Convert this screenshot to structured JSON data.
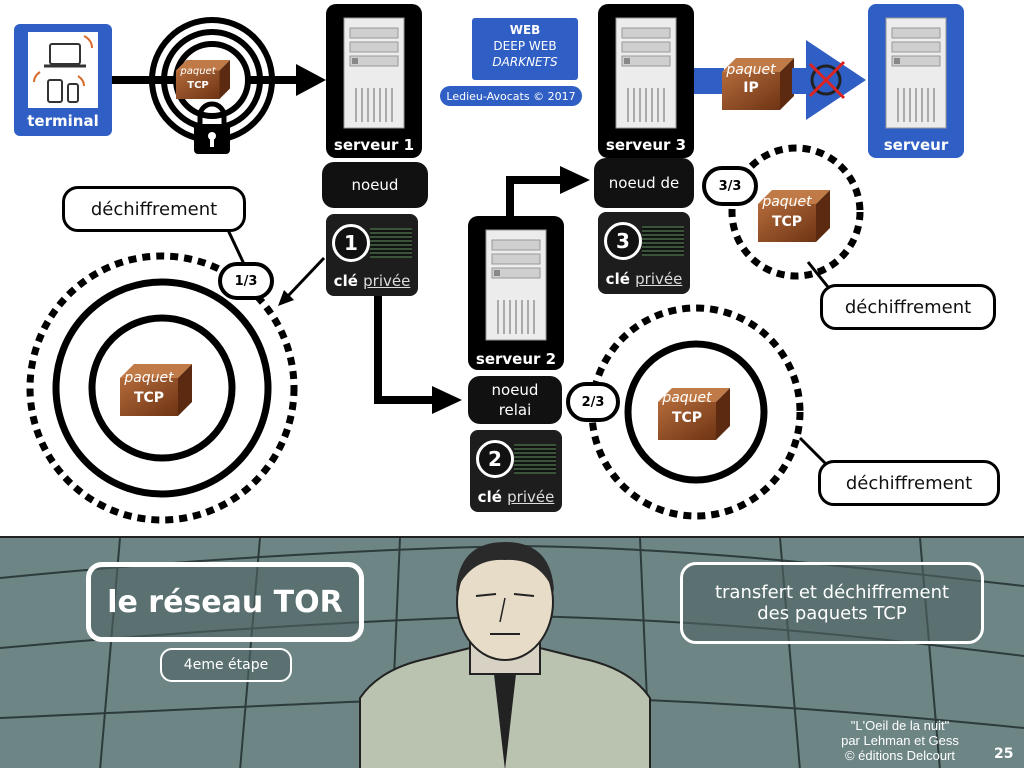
{
  "top": {
    "terminal_label": "terminal",
    "packet_top": "paquet",
    "packet_tcp": "TCP",
    "web_box": {
      "line1": "WEB",
      "line2": "DEEP WEB",
      "line3": "DARKNETS"
    },
    "copyright": "Ledieu-Avocats © 2017",
    "ip_packet": {
      "line1": "paquet",
      "line2": "IP"
    },
    "final_server_label": "serveur"
  },
  "servers": {
    "s1": {
      "label": "serveur 1",
      "node": "noeud"
    },
    "s2": {
      "label": "serveur 2",
      "node_line1": "noeud",
      "node_line2": "relai"
    },
    "s3": {
      "label": "serveur 3",
      "node": "noeud de"
    }
  },
  "keys": [
    {
      "num": "1",
      "label": "clé",
      "label_u": "privée"
    },
    {
      "num": "2",
      "label": "clé",
      "label_u": "privée"
    },
    {
      "num": "3",
      "label": "clé",
      "label_u": "privée"
    }
  ],
  "ratios": {
    "r1": "1/3",
    "r2": "2/3",
    "r3": "3/3"
  },
  "bubbles": {
    "b1": "déchiffrement",
    "b2": "déchiffrement",
    "b3": "déchiffrement"
  },
  "packets": {
    "p1": {
      "line1": "paquet",
      "line2": "TCP"
    },
    "p2": {
      "line1": "paquet",
      "line2": "TCP"
    },
    "p3": {
      "line1": "paquet",
      "line2": "TCP"
    }
  },
  "comic": {
    "title": "le réseau TOR",
    "subtitle": "4eme étape",
    "caption_line1": "transfert et déchiffrement",
    "caption_line2": "des paquets TCP",
    "credit_line1": "\"L'Oeil de la nuit\"",
    "credit_line2": "par Lehman et Gess",
    "credit_line3": "©  éditions Delcourt",
    "page_number": "25"
  },
  "colors": {
    "blue": "#2f5fc4",
    "box_brown": "#8a4a22",
    "comic_bg": "#6d8585"
  }
}
